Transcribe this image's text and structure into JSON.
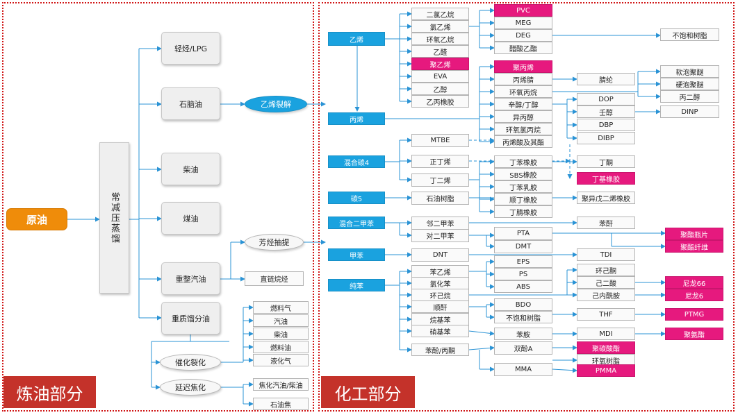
{
  "sections": {
    "refining": "炼油部分",
    "chemical": "化工部分"
  },
  "refining": {
    "crude": "原油",
    "distill": "常减压蒸馏",
    "lpg": "轻烃/LPG",
    "naphtha": "石脑油",
    "cracking": "乙烯裂解",
    "diesel": "柴油",
    "kerosene": "煤油",
    "reformate": "重整汽油",
    "aromatic_ext": "芳烃抽提",
    "alkane": "直链烷烃",
    "heavy_oil": "重质馏分油",
    "fcc": "催化裂化",
    "fcc_products": [
      "燃料气",
      "汽油",
      "柴油",
      "燃料油",
      "液化气"
    ],
    "coking": "延迟焦化",
    "coking_products": [
      "焦化汽油/柴油",
      "石油焦"
    ]
  },
  "chemical": {
    "feedstocks": [
      "乙烯",
      "丙烯",
      "混合碳4",
      "碳5",
      "混合二甲苯",
      "甲苯",
      "纯苯"
    ],
    "ethylene_derivs": [
      "二氯乙烷",
      "氯乙烯",
      "环氧乙烷",
      "乙醛",
      "聚乙烯",
      "EVA",
      "乙醇",
      "乙丙橡胶"
    ],
    "ethylene_next": [
      "PVC",
      "MEG",
      "DEG",
      "醋酸乙酯"
    ],
    "unsat_resin_1": "不饱和树脂",
    "propylene_derivs": [
      "聚丙烯",
      "丙烯腈",
      "环氧丙烷",
      "辛醇/丁醇",
      "异丙醇",
      "环氧氯丙烷",
      "丙烯酸及其酯"
    ],
    "acrylic_fiber": "腈纶",
    "polyether": [
      "软泡聚醚",
      "硬泡聚醚",
      "丙二醇"
    ],
    "plasticizers": [
      "DOP",
      "壬醇",
      "DBP",
      "DIBP"
    ],
    "dinp": "DINP",
    "c4_derivs": [
      "MTBE",
      "正丁烯",
      "丁二烯"
    ],
    "rubbers": [
      "丁苯橡胶",
      "SBS橡胶",
      "丁苯乳胶",
      "顺丁橡胶",
      "丁腈橡胶"
    ],
    "butanone": "丁酮",
    "butyl_rubber": "丁基橡胶",
    "c5_resin": "石油树脂",
    "isoprene_rubber": "聚异戊二烯橡胶",
    "xylene_derivs": [
      "邻二甲苯",
      "对二甲苯"
    ],
    "phthalic": "苯酐",
    "pta": "PTA",
    "dmt": "DMT",
    "polyester": [
      "聚酯瓶片",
      "聚酯纤维"
    ],
    "dnt": "DNT",
    "tdi": "TDI",
    "benzene_derivs": [
      "苯乙烯",
      "氯化苯",
      "环己烷",
      "顺酐",
      "烷基苯",
      "硝基苯",
      "苯酚/丙酮"
    ],
    "styrenics": [
      "EPS",
      "PS",
      "ABS"
    ],
    "cyclo": [
      "环己酮",
      "己二酸",
      "己内酰胺"
    ],
    "nylon": [
      "尼龙66",
      "尼龙6"
    ],
    "bdo": "BDO",
    "unsat_resin_2": "不饱和树脂",
    "thf": "THF",
    "ptmg": "PTMG",
    "aniline": "苯胺",
    "mdi": "MDI",
    "pu": "聚氨酯",
    "bpa": "双酚A",
    "pc": "聚碳酸酯",
    "epoxy": "环氧树脂",
    "mma": "MMA",
    "pmma": "PMMA"
  }
}
